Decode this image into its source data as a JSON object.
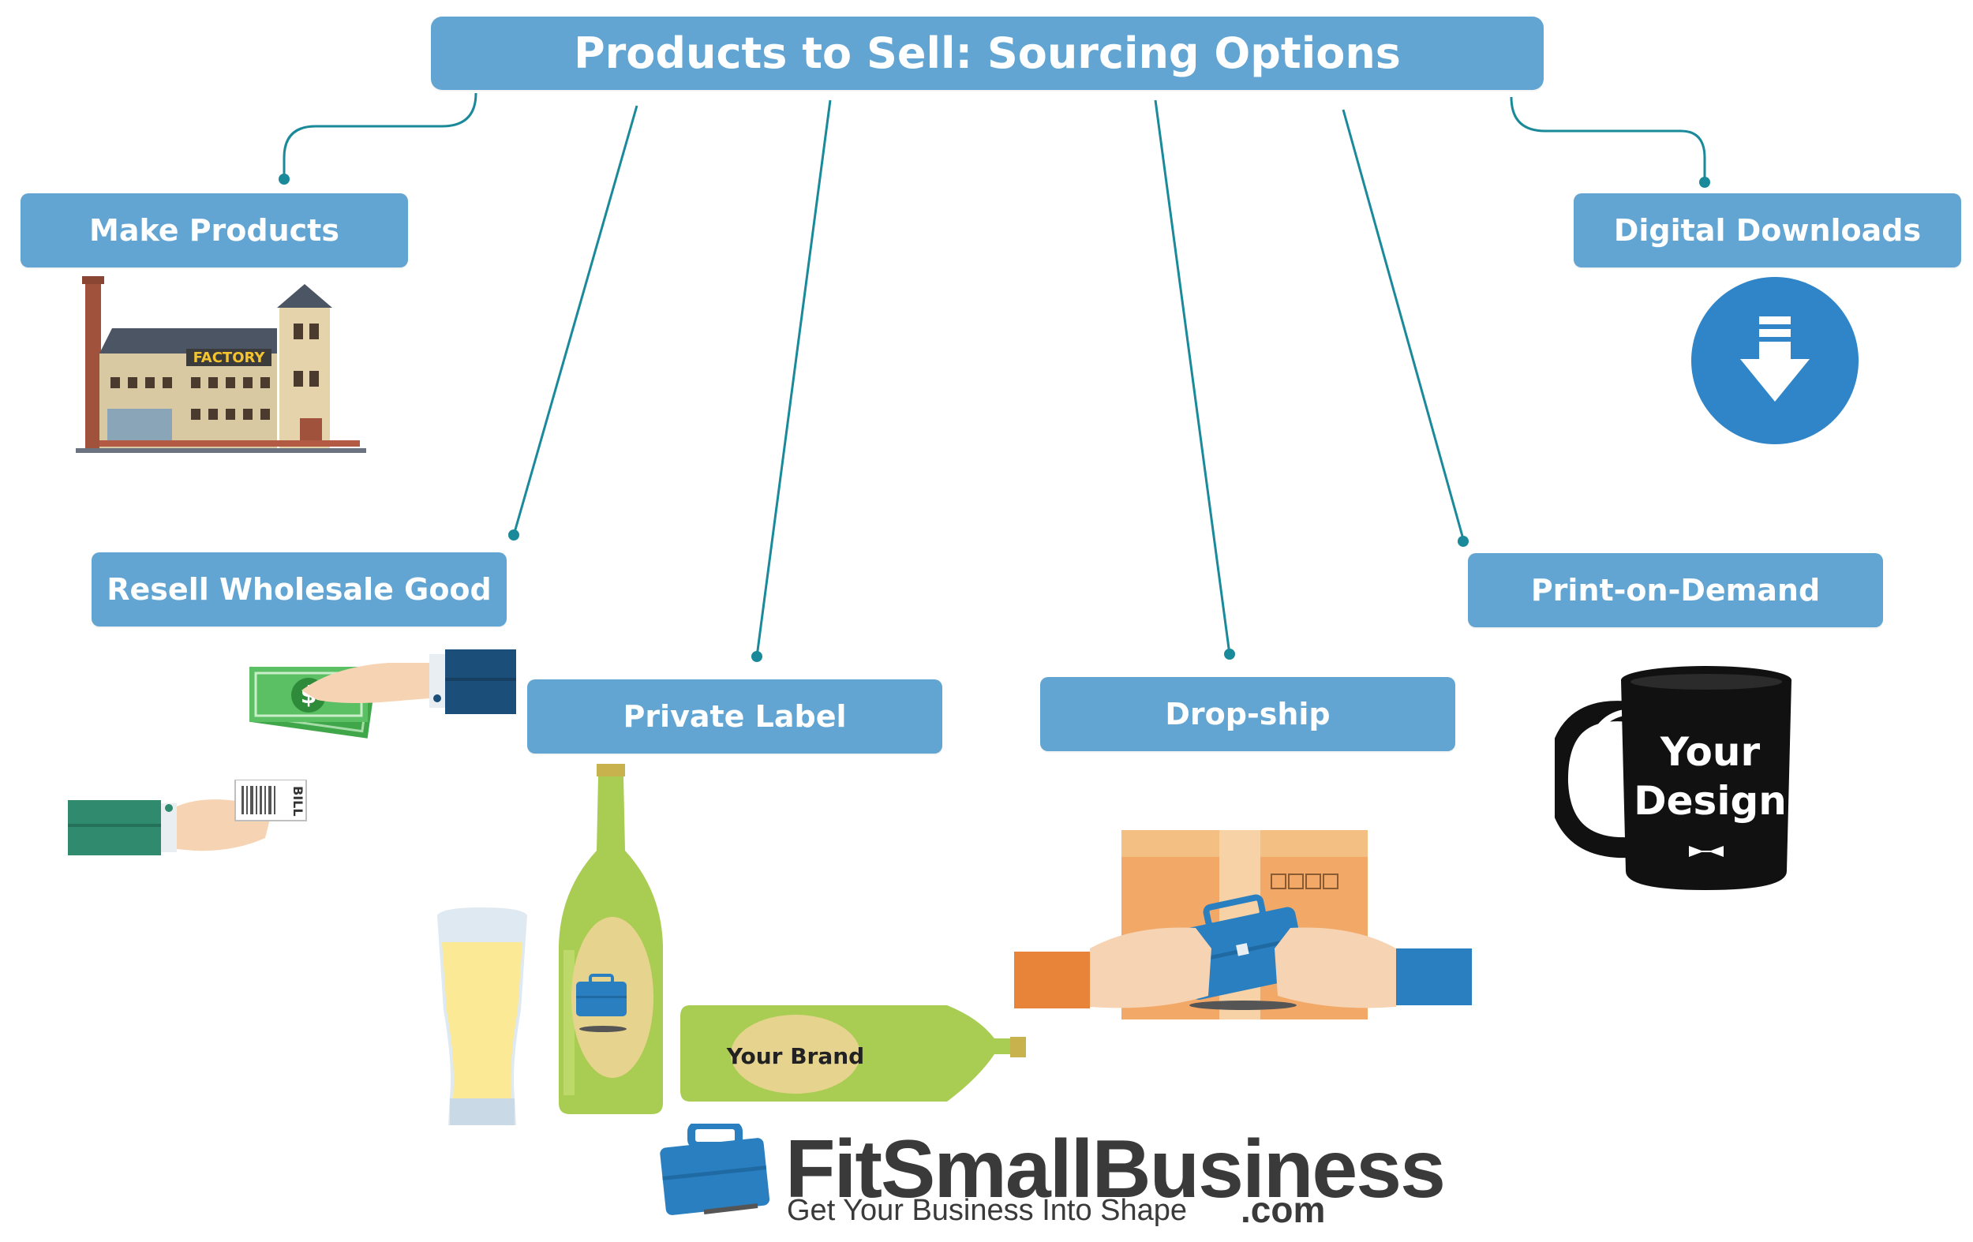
{
  "title": "Products to Sell: Sourcing Options",
  "nodes": {
    "make": "Make Products",
    "digital": "Digital Downloads",
    "resell": "Resell Wholesale Good",
    "private": "Private Label",
    "dropship": "Drop-ship",
    "pod": "Print-on-Demand"
  },
  "illustrations": {
    "factory_sign": "FACTORY",
    "bill_label": "BILL",
    "dollar_sign": "$",
    "bottle_label": "Your Brand",
    "mug_line1": "Your",
    "mug_line2": "Design"
  },
  "icons": [
    "factory-icon",
    "download-icon",
    "money-hand-icon",
    "bill-hand-icon",
    "beer-glass-icon",
    "bottle-icon",
    "box-handoff-icon",
    "mug-icon",
    "briefcase-logo-icon"
  ],
  "logo": {
    "name": "FitSmallBusiness",
    "domain": ".com",
    "tagline": "Get Your Business Into Shape"
  },
  "colors": {
    "box": "#62a5d3",
    "connector": "#1a8a9a",
    "download": "#2f85c7",
    "brand_blue": "#2a7fc1"
  }
}
